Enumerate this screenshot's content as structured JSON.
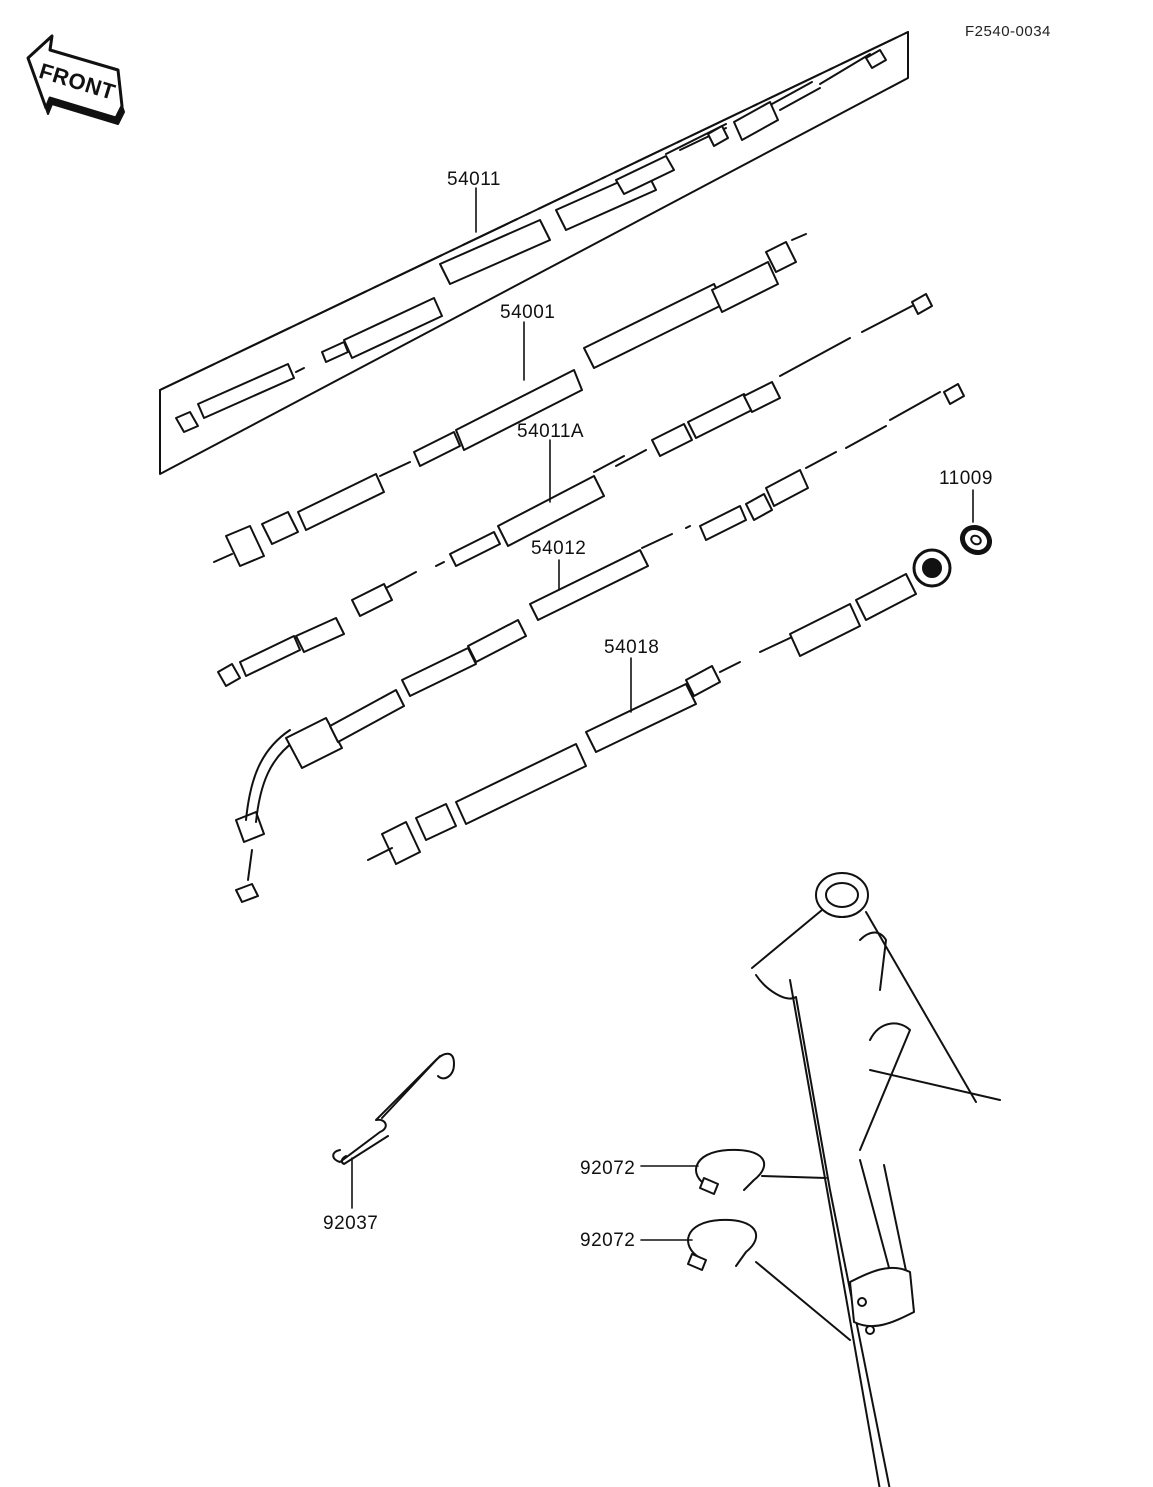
{
  "document_id": "F2540-0034",
  "front_indicator": "FRONT",
  "part_labels": {
    "p54011": "54011",
    "p54001": "54001",
    "p54011A": "54011A",
    "p54012": "54012",
    "p11009": "11009",
    "p54018": "54018",
    "p92037": "92037",
    "p92072_upper": "92072",
    "p92072_lower": "92072"
  }
}
